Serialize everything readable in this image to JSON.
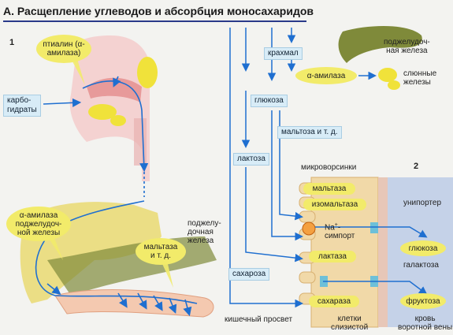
{
  "title": "A. Расщепление углеводов и абсорбция моносахаридов",
  "panel1": {
    "number": "1",
    "ptyalin": "птиалин (α-амилаза)",
    "carbs": [
      "карбо-",
      "гидраты"
    ],
    "amylase_pancreas": [
      "α-амилаза",
      "поджелудоч-",
      "ной железы"
    ],
    "pancreas_label": [
      "поджелу-",
      "дочная",
      "железа"
    ],
    "maltase": [
      "мальтаза",
      "и т. д."
    ]
  },
  "panel2": {
    "number": "2",
    "pancreas_gland": [
      "поджелудоч-",
      "ная железа"
    ],
    "salivary_glands": [
      "слюнные",
      "железы"
    ],
    "starch": "крахмал",
    "alpha_amylase": "α-амилаза",
    "glucose": "глюкоза",
    "maltose_etc": "мальтоза и т. д.",
    "lactose": "лактоза",
    "microvilli": "микроворсинки",
    "maltase": "мальтаза",
    "isomaltase": "изомальтаза",
    "uniporter": "унипортер",
    "na_symport": [
      "Na",
      "+",
      "-",
      "симпорт"
    ],
    "lactase": "лактаза",
    "glucose_out": "глюкоза",
    "galactose": "галактоза",
    "sucrose": "сахароза",
    "sucrase": "сахараза",
    "fructose": "фруктоза",
    "lumen": "кишечный просвет",
    "mucosa_cells": [
      "клетки",
      "слизистой"
    ],
    "portal_blood": [
      "кровь",
      "воротной вены"
    ]
  },
  "colors": {
    "arrow": "#1f6fd0",
    "yellow": "#f2eb6a",
    "box_blue": "#d8ecf7",
    "cell": "#f1d9a8",
    "pancreas_green": "#7f8a3a",
    "blood": "#b9c9e6"
  }
}
